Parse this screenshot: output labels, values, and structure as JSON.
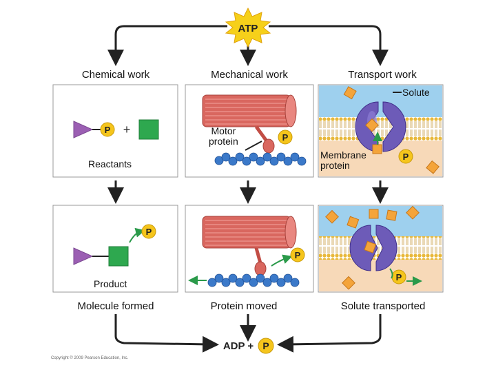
{
  "top": {
    "energy": "ATP"
  },
  "columns": {
    "chemical": {
      "title": "Chemical work",
      "before_label": "Reactants",
      "after_label": "Product",
      "result": "Molecule formed"
    },
    "mechanical": {
      "title": "Mechanical work",
      "protein_label": "Motor\nprotein",
      "result": "Protein moved"
    },
    "transport": {
      "title": "Transport work",
      "solute_label": "Solute",
      "protein_label": "Membrane\nprotein",
      "result": "Solute transported"
    }
  },
  "bottom": {
    "products": "ADP +"
  },
  "phosphate": "P",
  "plus": "+",
  "copyright": "Copyright © 2009 Pearson Education, Inc.",
  "colors": {
    "starburst": "#f6d01a",
    "phosphate": "#f5c51c",
    "triangle": "#9b5fb3",
    "square": "#2ea84f",
    "muscle": "#d9675f",
    "actin": "#3b79c9",
    "membrane_outside": "#9ed0ee",
    "membrane_inside": "#f7d9b8",
    "solute": "#f4a43a",
    "transport_protein": "#6d5bb8"
  }
}
